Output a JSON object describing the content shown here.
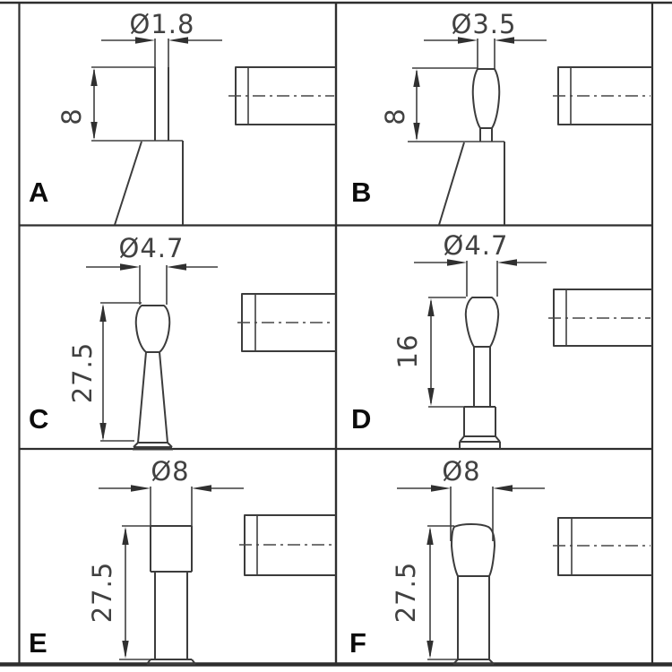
{
  "drawing": {
    "kind": "technical-drawing",
    "description_visible_text_only": true
  },
  "panels": [
    {
      "letter": "A",
      "diameter_label": "Ø1.8",
      "height_label": "8"
    },
    {
      "letter": "B",
      "diameter_label": "Ø3.5",
      "height_label": "8"
    },
    {
      "letter": "C",
      "diameter_label": "Ø4.7",
      "height_label": "27.5"
    },
    {
      "letter": "D",
      "diameter_label": "Ø4.7",
      "height_label": "16"
    },
    {
      "letter": "E",
      "diameter_label": "Ø8",
      "height_label": "27.5"
    },
    {
      "letter": "F",
      "diameter_label": "Ø8",
      "height_label": "27.5"
    }
  ],
  "colors": {
    "line": "#3f3f3f",
    "panel_letter": "#0c0c0c",
    "background": "#ffffff"
  }
}
